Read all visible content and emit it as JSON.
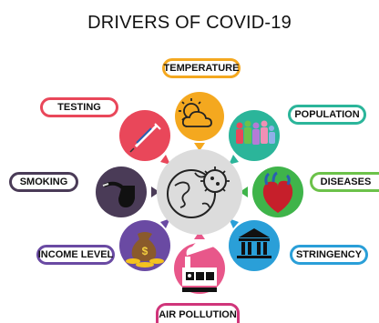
{
  "title": "DRIVERS OF COVID-19",
  "center": {
    "icon": "virus-globe-icon",
    "color": "#dcdcdc"
  },
  "drivers": [
    {
      "key": "temperature",
      "label": "TEMPERATURE",
      "icon": "sun-cloud-icon",
      "color": "#f4a81f",
      "border": "#f4a81f"
    },
    {
      "key": "population",
      "label": "POPULATION",
      "icon": "people-icon",
      "color": "#2bb59a",
      "border": "#2bb59a"
    },
    {
      "key": "diseases",
      "label": "DISEASES",
      "icon": "heart-icon",
      "color": "#3fb44a",
      "border": "#6cc24a"
    },
    {
      "key": "stringency",
      "label": "STRINGENCY",
      "icon": "government-building-icon",
      "color": "#2a9fd8",
      "border": "#2a9fd8"
    },
    {
      "key": "air_pollution",
      "label": "AIR POLLUTION",
      "icon": "factory-icon",
      "color": "#e8578a",
      "border": "#d0357a"
    },
    {
      "key": "income_level",
      "label": "INCOME LEVEL",
      "icon": "money-bag-icon",
      "color": "#6a4aa3",
      "border": "#6a4aa3"
    },
    {
      "key": "smoking",
      "label": "SMOKING",
      "icon": "pipe-icon",
      "color": "#4a3b57",
      "border": "#4a3b57"
    },
    {
      "key": "testing",
      "label": "TESTING",
      "icon": "syringe-icon",
      "color": "#e9475a",
      "border": "#e9475a"
    }
  ]
}
